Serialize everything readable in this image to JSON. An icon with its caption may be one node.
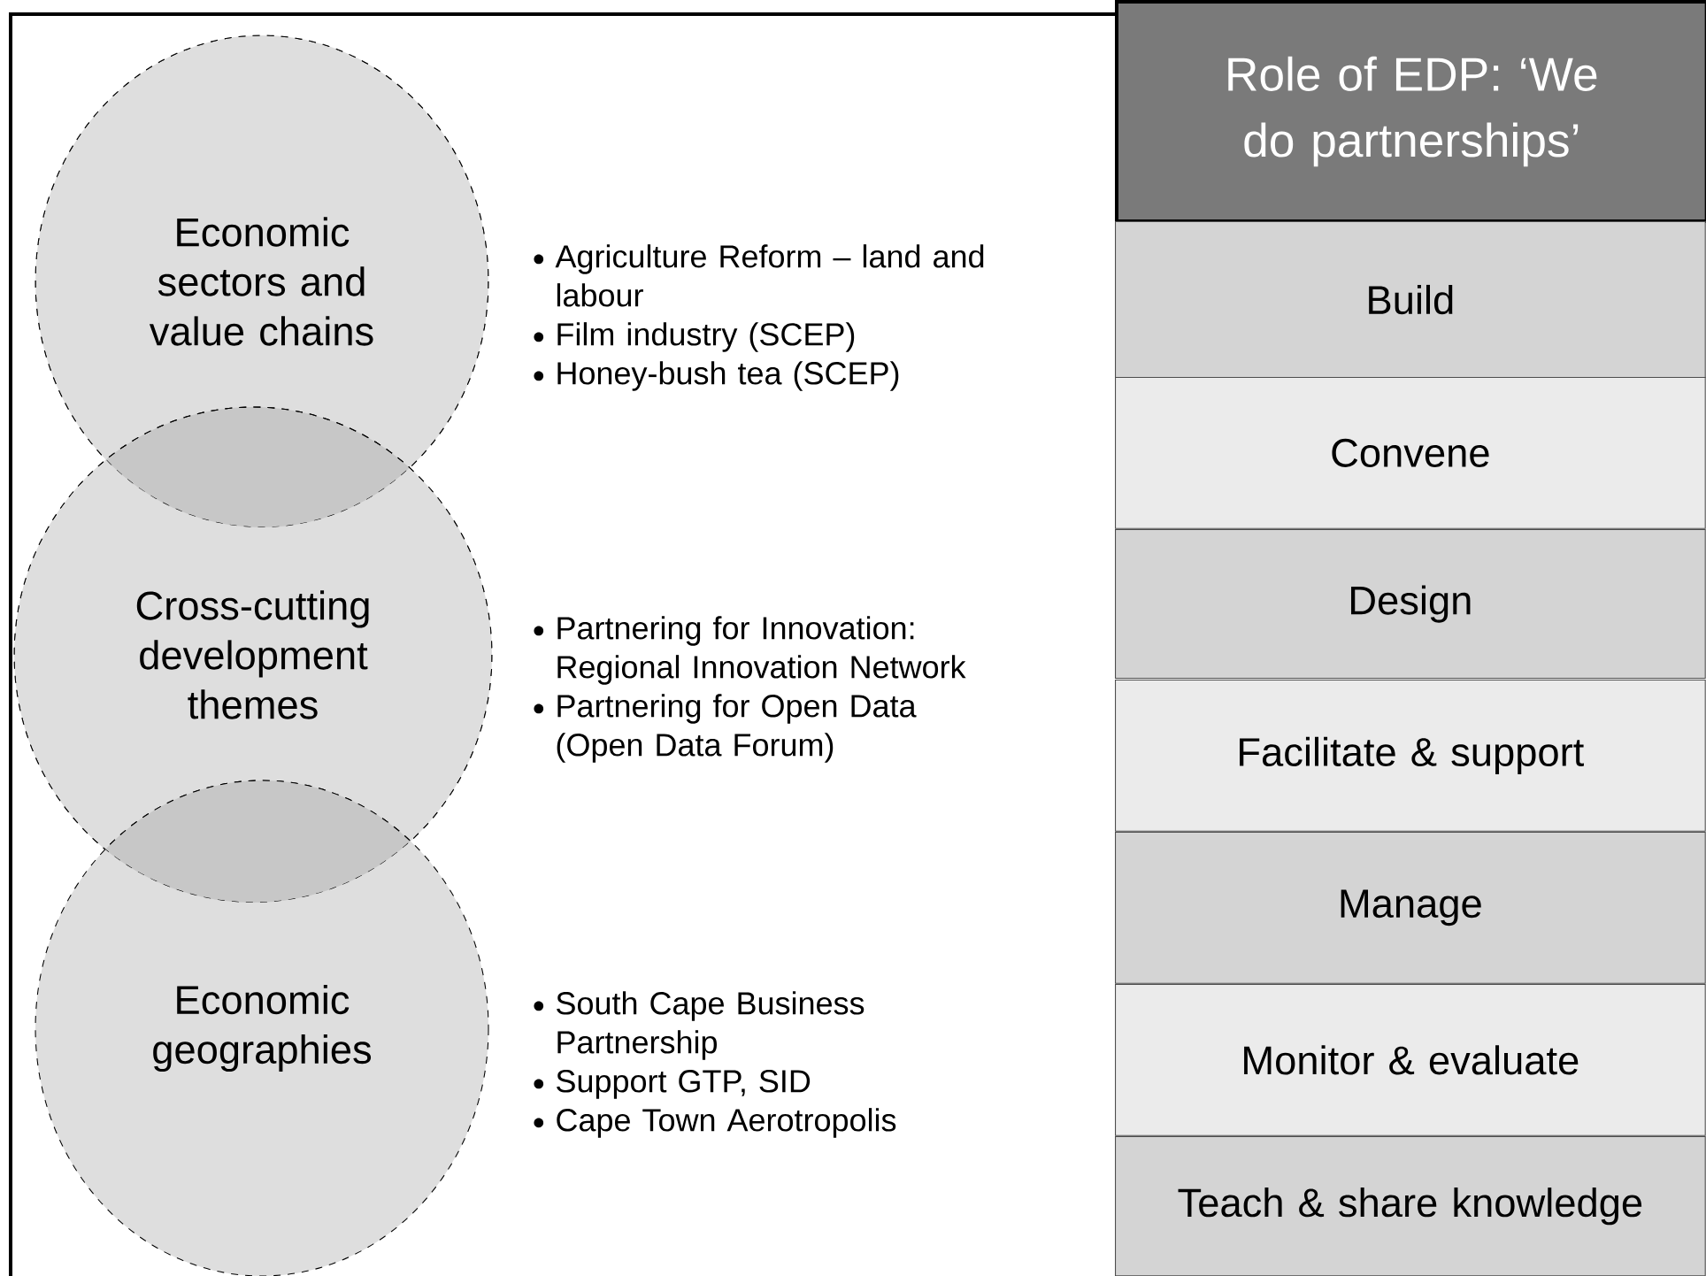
{
  "diagram": {
    "nodes": [
      {
        "text": [
          "Economic sectors and value chains"
        ],
        "beside": [
          "Agriculture Reform – land and labour",
          "Film industry (SCEP)",
          "Honey-bush tea (SCEP)"
        ]
      },
      {
        "text": [
          "Cross-cutting development themes"
        ],
        "beside": [
          "Partnering for Innovation: Regional Innovation Network",
          "Partnering for Open Data (Open Data Forum)"
        ]
      },
      {
        "text": [
          "Economic geographies"
        ],
        "beside": [
          "South Cape Business Partnership",
          "Support GTP, SID",
          "Cape Town Aerotropolis"
        ]
      },
      {
        "text": [
          "Role of EDP: ‘We do partnerships’"
        ]
      },
      {
        "text": [
          "Build"
        ]
      },
      {
        "text": [
          "Convene"
        ]
      },
      {
        "text": [
          "Design"
        ]
      },
      {
        "text": [
          "Facilitate & support"
        ]
      },
      {
        "text": [
          "Manage"
        ]
      },
      {
        "text": [
          "Monitor & evaluate"
        ]
      },
      {
        "text": [
          "Teach & share knowledge"
        ]
      }
    ]
  }
}
